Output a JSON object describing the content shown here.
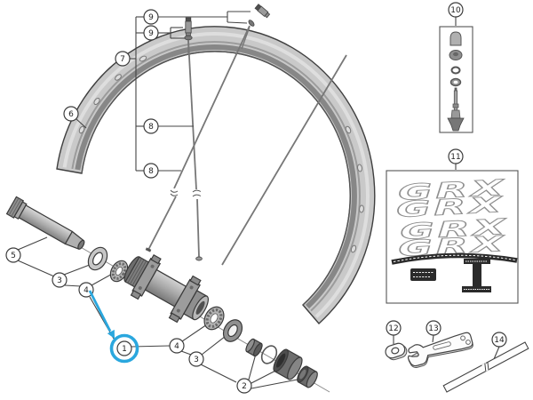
{
  "diagram": {
    "highlight_color": "#2AA7DE",
    "line_color": "#444444"
  },
  "callouts": [
    {
      "id": "9-top",
      "label": "9"
    },
    {
      "id": "9-second",
      "label": "9"
    },
    {
      "id": "7",
      "label": "7"
    },
    {
      "id": "8-upper",
      "label": "8"
    },
    {
      "id": "8-lower",
      "label": "8"
    },
    {
      "id": "6",
      "label": "6"
    },
    {
      "id": "10",
      "label": "10"
    },
    {
      "id": "11",
      "label": "11"
    },
    {
      "id": "5",
      "label": "5"
    },
    {
      "id": "3-left",
      "label": "3"
    },
    {
      "id": "4-left",
      "label": "4"
    },
    {
      "id": "1",
      "label": "1",
      "highlighted": true
    },
    {
      "id": "4-right",
      "label": "4"
    },
    {
      "id": "3-right",
      "label": "3"
    },
    {
      "id": "2",
      "label": "2"
    },
    {
      "id": "12",
      "label": "12"
    },
    {
      "id": "13",
      "label": "13"
    },
    {
      "id": "14",
      "label": "14"
    }
  ],
  "decal_box": {
    "logo_text": "GRX"
  }
}
